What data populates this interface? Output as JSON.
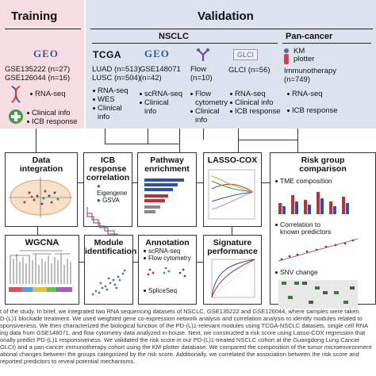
{
  "headers": {
    "training": "Training",
    "validation": "Validation",
    "nsclc": "NSCLC",
    "pancancer": "Pan-cancer"
  },
  "training": {
    "logo": "GEO",
    "datasets": [
      "GSE135222 (n=27)",
      "GSE126044 (n=16)"
    ],
    "assays": [
      "RNA-seq"
    ],
    "clinical": [
      "Clinical info",
      "ICB response"
    ]
  },
  "columns": [
    {
      "logo": "TCGA",
      "data": [
        "LUAD (n=513)",
        "LUSC (n=504)"
      ],
      "bullets": [
        "RNA-seq",
        "WES",
        "Clinical",
        "info"
      ]
    },
    {
      "logo": "GEO",
      "data": [
        "GSE148071",
        "(n=42)"
      ],
      "bullets": [
        "scRNA-seq",
        "Clinical",
        "info"
      ]
    },
    {
      "logo": "",
      "data": [
        "Flow",
        "(n=10)"
      ],
      "bullets": [
        "Flow",
        "cytometry",
        "Clinical",
        "info"
      ]
    },
    {
      "logo": "GLCI",
      "data": [
        "GLCI (n=56)"
      ],
      "bullets": [
        "RNA-seq",
        "Clinical info",
        "ICB response"
      ]
    },
    {
      "logo": "KM plotter",
      "data": [
        "Immunotherapy",
        "(n=749)"
      ],
      "bullets": [
        "RNA-seq",
        "ICB response"
      ]
    }
  ],
  "steps": {
    "data_integration": [
      "Data",
      "integration"
    ],
    "icb_response": [
      "ICB response",
      "correlation"
    ],
    "icb_legend": [
      "Eigengene",
      "GSVA"
    ],
    "pathway": [
      "Pathway",
      "enrichment"
    ],
    "lasso": "LASSO-COX",
    "risk": [
      "Risk group",
      "comparison"
    ],
    "tme": "TME composition",
    "correlation_known": [
      "Correlation to",
      "known predictors"
    ],
    "snv": "SNV change",
    "wgcna": "WGCNA",
    "module": [
      "Module",
      "identification"
    ],
    "annotation": "Annotation",
    "annotation_items": [
      "scRNA-seq",
      "Flow cytometry"
    ],
    "spliceseq": "SpliceSeq",
    "signature": [
      "Signature",
      "performance"
    ]
  },
  "caption": [
    "t of the study. In brief, we integrated two RNA sequencing datasets of NSCLC, GSE135222 and GSE126044, where samples were taken",
    "D-(L)1 blockade treatment. We used weighted gene co-expression network analysis and correlation analysis to identify modules related to",
    "sponsiveness. We then characterized the biological function of the PD-(L)1-relevant modules using TCGA-NSCLC datasets, single-cell RNA",
    "ing data from GSE148071, and flow cytometry data analyzed in-house. Next, we constructed a risk score using Lasso-COX regression that",
    "onally predict PD-(L)1 responsiveness. We validated the risk score in our PD-(L)1-treated NSCLC cohort at the Guangdong Lung Cancer",
    "GLCI) and a pan-cancer immunotherapy cohort using the KM-plotter database. We compared the composition of the tumor microenvironment",
    "ational changes between the groups categorized by the risk score. Additionally, we correlated the association between the risk score and",
    "reported predictors to reveal potential mechanisms."
  ]
}
